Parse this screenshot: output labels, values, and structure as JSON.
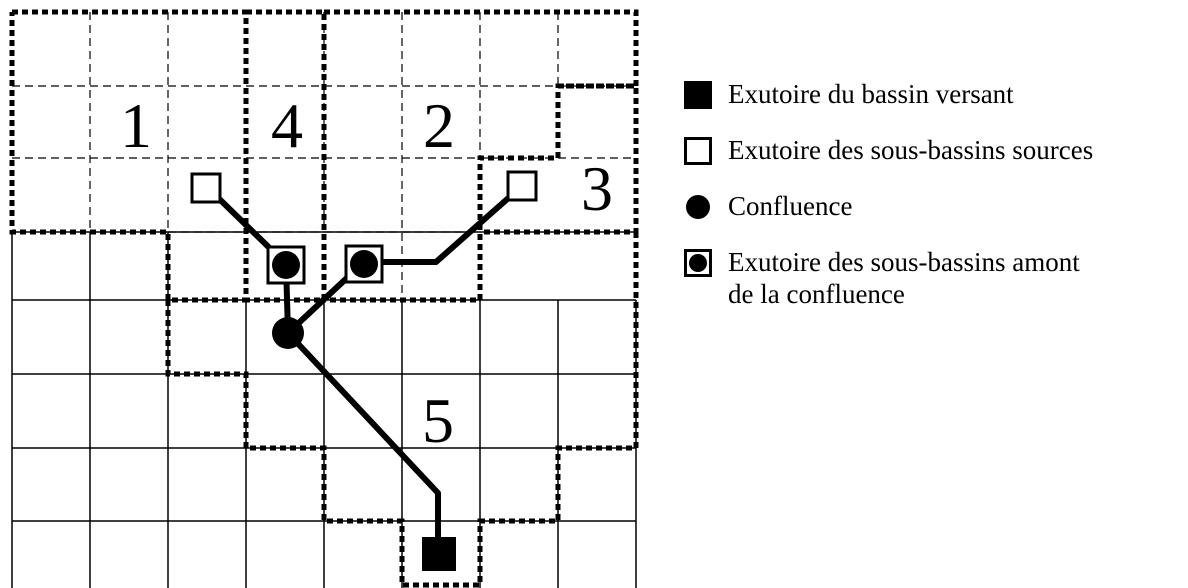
{
  "diagram": {
    "zone_labels": [
      "1",
      "4",
      "2",
      "3",
      "5"
    ]
  },
  "legend": {
    "items": [
      {
        "symbol": "filled-square-icon",
        "text": "Exutoire du bassin versant"
      },
      {
        "symbol": "hollow-square-icon",
        "text": "Exutoire des sous-bassins sources"
      },
      {
        "symbol": "filled-circle-icon",
        "text": "Confluence"
      },
      {
        "symbol": "boxed-circle-icon",
        "text": "Exutoire des sous-bassins amont\nde la confluence"
      }
    ]
  },
  "colors": {
    "ink": "#000000",
    "background": "#ffffff"
  }
}
